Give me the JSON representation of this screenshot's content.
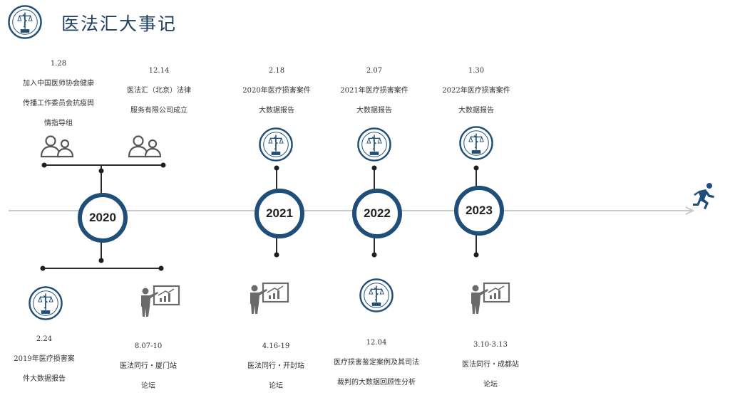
{
  "title": "医法汇大事记",
  "colors": {
    "primary": "#1f4e79",
    "line": "#2b2b2b",
    "timeline": "#c9c9c9",
    "icon": "#6a6a6a"
  },
  "logo_text": {
    "arc": "YI FA HUI",
    "bottom": "医法汇"
  },
  "years": [
    "2020",
    "2021",
    "2022",
    "2023"
  ],
  "top_events": [
    {
      "date": "1.28",
      "lines": [
        "加入中国医师协会健康",
        "传播工作委员会抗疫舆",
        "情指导组"
      ],
      "icon": "people-icon"
    },
    {
      "date": "12.14",
      "lines": [
        "医法汇（北京）法律",
        "服务有限公司成立"
      ],
      "icon": "people-icon"
    },
    {
      "date": "2.18",
      "lines": [
        "2020年医疗损害案件",
        "大数据报告"
      ],
      "icon": "logo-icon"
    },
    {
      "date": "2.07",
      "lines": [
        "2021年医疗损害案件",
        "大数据报告"
      ],
      "icon": "logo-icon"
    },
    {
      "date": "1.30",
      "lines": [
        "2022年医疗损害案件",
        "大数据报告"
      ],
      "icon": "logo-icon"
    }
  ],
  "bottom_events": [
    {
      "date": "2.24",
      "lines": [
        "2019年医疗损害案",
        "件大数据报告"
      ],
      "icon": "logo-icon"
    },
    {
      "date": "8.07-10",
      "lines": [
        "医法同行・厦门站",
        "论坛"
      ],
      "icon": "presenter-icon"
    },
    {
      "date": "4.16-19",
      "lines": [
        "医法同行・开封站",
        "论坛"
      ],
      "icon": "presenter-icon"
    },
    {
      "date": "12.04",
      "lines": [
        "医疗损害鉴定案例及其司法",
        "裁判的大数据回顾性分析"
      ],
      "icon": "logo-icon"
    },
    {
      "date": "3.10-3.13",
      "lines": [
        "医法同行・成都站",
        "论坛"
      ],
      "icon": "presenter-icon"
    }
  ]
}
